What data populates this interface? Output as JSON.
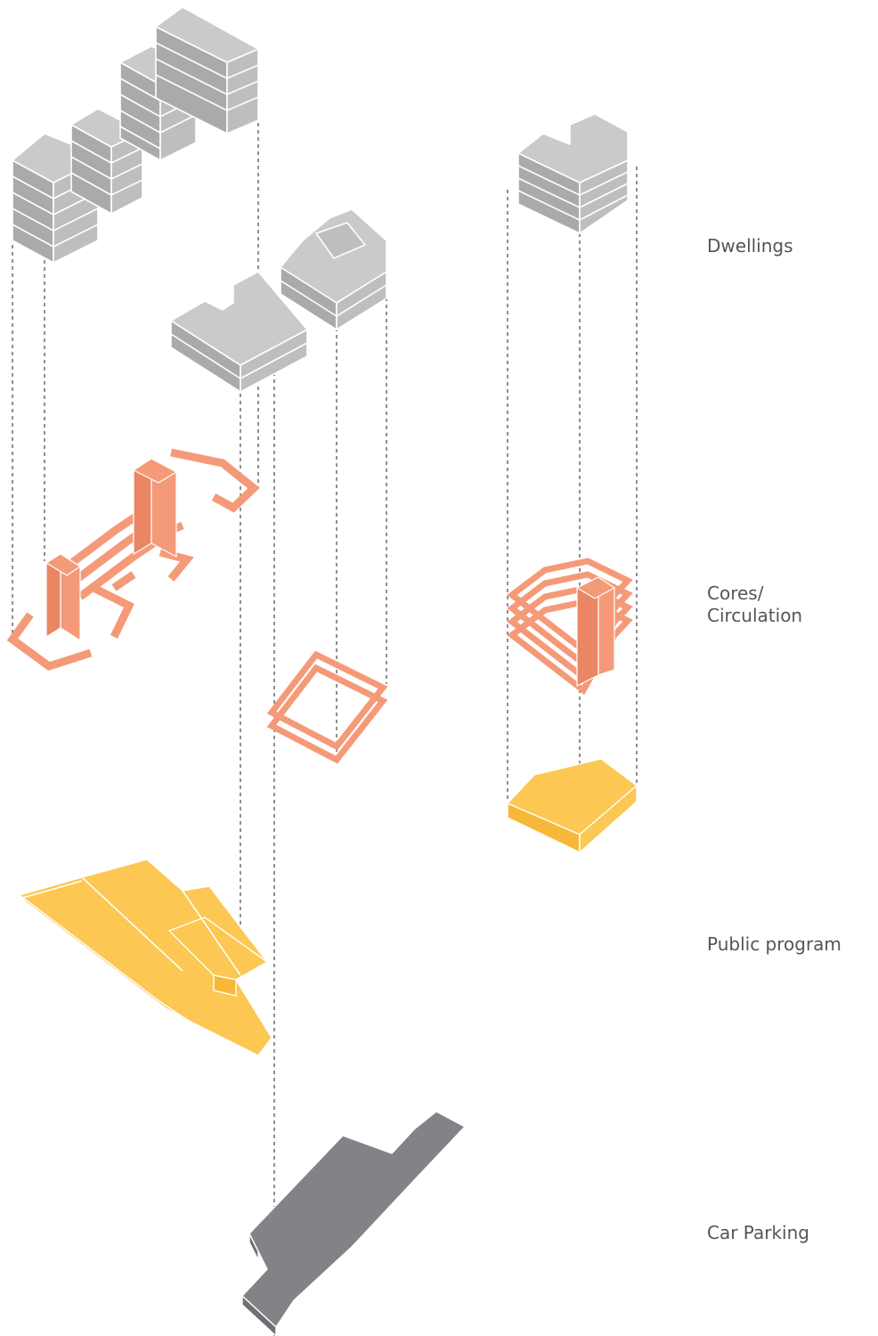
{
  "layers": [
    {
      "id": "dwellings",
      "lines": [
        "Dwellings"
      ],
      "color": "#bdbec0"
    },
    {
      "id": "cores",
      "lines": [
        "Cores/",
        "Circulation"
      ],
      "color": "#f59a78"
    },
    {
      "id": "public",
      "lines": [
        "Public program"
      ],
      "color": "#fcc752"
    },
    {
      "id": "parking",
      "lines": [
        "Car Parking"
      ],
      "color": "#828386"
    }
  ]
}
